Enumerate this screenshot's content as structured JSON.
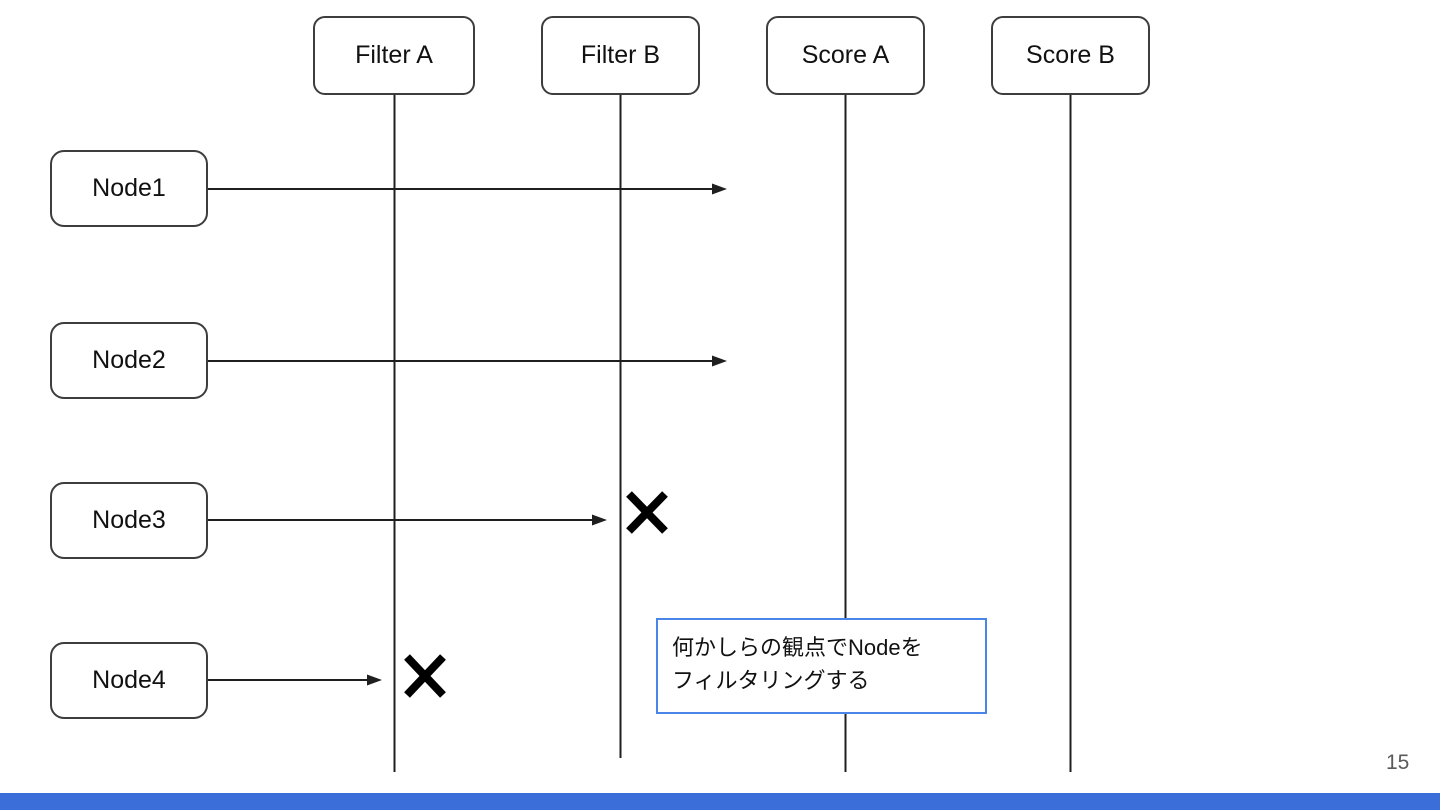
{
  "page": {
    "number": "15",
    "background_color": "#ffffff",
    "accent_bar_color": "#3b6ed8",
    "page_number_color": "#5a5a5a"
  },
  "diagram": {
    "type": "node-filter-sequence-diagram",
    "lanes": [
      {
        "label": "Filter A"
      },
      {
        "label": "Filter B"
      },
      {
        "label": "Score A"
      },
      {
        "label": "Score B"
      }
    ],
    "nodes": [
      {
        "label": "Node1",
        "arrow_result": "passes Filter A and Filter B"
      },
      {
        "label": "Node2",
        "arrow_result": "passes Filter A and Filter B"
      },
      {
        "label": "Node3",
        "arrow_result": "rejected at Filter B",
        "rejected_at": "Filter B"
      },
      {
        "label": "Node4",
        "arrow_result": "rejected at Filter A",
        "rejected_at": "Filter A"
      }
    ],
    "rejection_marker_glyph": "✕",
    "line_color": "#1f1f1f",
    "box_border_color": "#3d3d3d"
  },
  "annotation": {
    "lines": [
      "何かしらの観点でNodeを",
      "フィルタリングする"
    ],
    "border_color": "#4a86e8"
  }
}
